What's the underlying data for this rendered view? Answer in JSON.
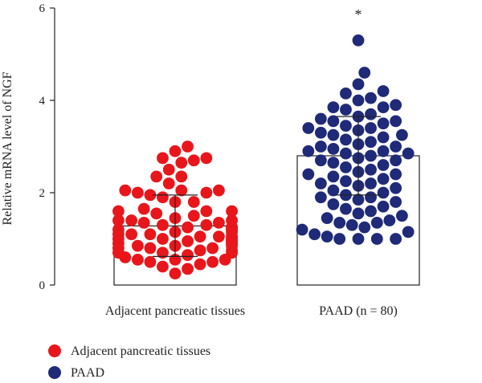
{
  "chart_data": {
    "type": "scatter",
    "subtype": "dot-plot-with-bar",
    "title": "",
    "xlabel": "",
    "ylabel": "Relative mRNA level of NGF",
    "ylim": [
      0,
      6
    ],
    "yticks": [
      0,
      2,
      4,
      6
    ],
    "grid": false,
    "legend_position": "bottom-left",
    "categories": [
      "Adjacent pancreatic tissues",
      "PAAD (n = 80)"
    ],
    "series": [
      {
        "name": "Adjacent pancreatic tissues",
        "color": "#e8161b",
        "mean": 1.28,
        "sd_lower": 0.62,
        "sd_upper": 1.95,
        "values": [
          3.0,
          2.9,
          2.75,
          2.75,
          2.7,
          2.65,
          2.5,
          2.35,
          2.35,
          2.2,
          2.05,
          2.05,
          2.05,
          2.0,
          2.0,
          1.95,
          1.9,
          1.8,
          1.8,
          1.65,
          1.6,
          1.6,
          1.6,
          1.55,
          1.5,
          1.45,
          1.4,
          1.4,
          1.4,
          1.35,
          1.35,
          1.3,
          1.3,
          1.25,
          1.25,
          1.25,
          1.2,
          1.2,
          1.2,
          1.15,
          1.15,
          1.1,
          1.1,
          1.1,
          1.05,
          1.05,
          1.05,
          1.0,
          1.0,
          1.0,
          1.0,
          0.95,
          0.95,
          0.95,
          0.95,
          0.9,
          0.9,
          0.9,
          0.85,
          0.85,
          0.85,
          0.8,
          0.8,
          0.8,
          0.75,
          0.75,
          0.7,
          0.7,
          0.7,
          0.65,
          0.6,
          0.55,
          0.55,
          0.55,
          0.5,
          0.5,
          0.45,
          0.4,
          0.35,
          0.25
        ]
      },
      {
        "name": "PAAD",
        "color": "#1f2a78",
        "mean": 2.8,
        "sd_lower": 1.95,
        "sd_upper": 3.65,
        "values": [
          5.3,
          4.6,
          4.35,
          4.2,
          4.15,
          4.05,
          4.0,
          3.9,
          3.85,
          3.85,
          3.8,
          3.7,
          3.65,
          3.6,
          3.55,
          3.55,
          3.5,
          3.45,
          3.4,
          3.4,
          3.35,
          3.3,
          3.25,
          3.25,
          3.2,
          3.15,
          3.1,
          3.05,
          3.0,
          3.0,
          2.95,
          2.9,
          2.9,
          2.85,
          2.85,
          2.8,
          2.75,
          2.7,
          2.7,
          2.65,
          2.6,
          2.55,
          2.5,
          2.45,
          2.4,
          2.4,
          2.35,
          2.3,
          2.25,
          2.2,
          2.2,
          2.15,
          2.1,
          2.05,
          2.0,
          1.95,
          1.9,
          1.9,
          1.85,
          1.8,
          1.75,
          1.7,
          1.65,
          1.6,
          1.55,
          1.5,
          1.45,
          1.4,
          1.35,
          1.35,
          1.3,
          1.25,
          1.2,
          1.15,
          1.1,
          1.05,
          1.0,
          1.0,
          1.0,
          1.0
        ]
      }
    ],
    "annotations": [
      {
        "text": "*",
        "category": "PAAD (n = 80)"
      }
    ]
  }
}
